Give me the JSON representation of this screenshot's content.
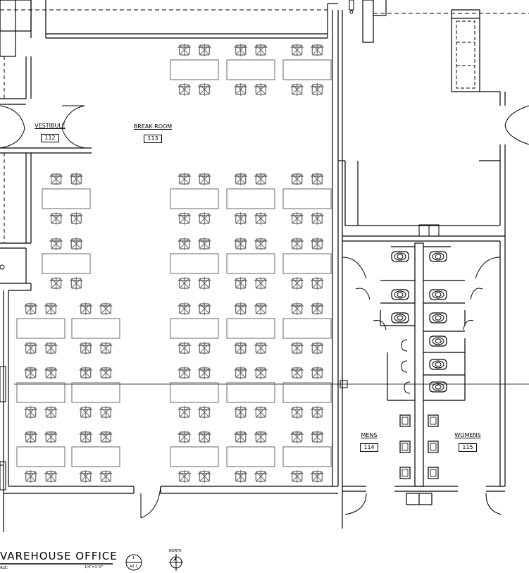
{
  "drawing": {
    "title": "VAREHOUSE OFFICE",
    "scale_prefix": "ALE:",
    "scale_value": "1/4\"=1'-0\"",
    "detail_number": "1",
    "sheet": "A3.1",
    "north_label": "NORTH"
  },
  "rooms": {
    "vestibule": {
      "name": "VESTIBULE",
      "number": "112"
    },
    "break_room": {
      "name": "BREAK ROOM",
      "number": "113"
    },
    "mens": {
      "name": "MENS",
      "number": "114"
    },
    "womens": {
      "name": "WOMENS",
      "number": "115"
    }
  },
  "colors": {
    "line": "#000000",
    "furniture": "#666666"
  }
}
